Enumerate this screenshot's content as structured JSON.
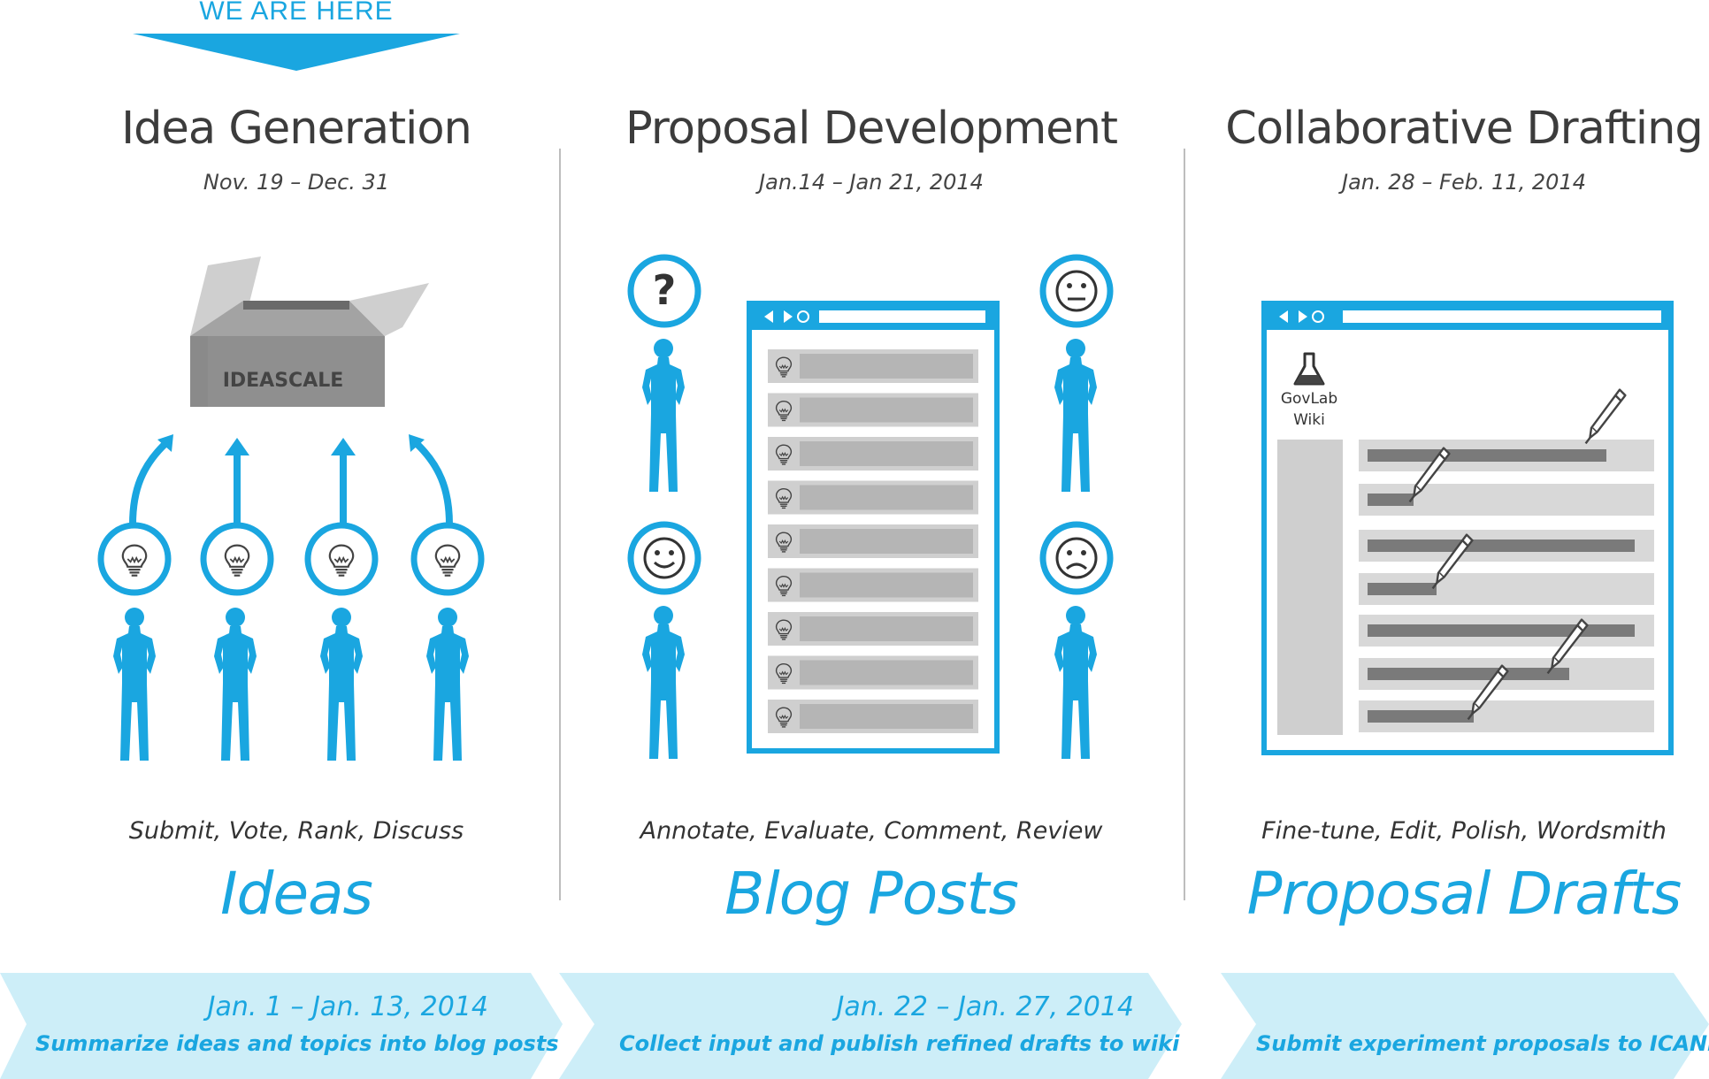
{
  "marker": {
    "label": "WE ARE HERE"
  },
  "phases": [
    {
      "title": "Idea Generation",
      "dates": "Nov. 19 – Dec. 31",
      "activities": "Submit, Vote, Rank, Discuss",
      "output": "Ideas",
      "box_label": "IDEASCALE"
    },
    {
      "title": "Proposal Development",
      "dates": "Jan.14 – Jan 21, 2014",
      "activities": "Annotate, Evaluate, Comment, Review",
      "output": "Blog Posts"
    },
    {
      "title": "Collaborative Drafting",
      "dates": "Jan. 28 – Feb. 11, 2014",
      "activities": "Fine-tune, Edit, Polish, Wordsmith",
      "output": "Proposal Drafts",
      "wiki_label_line1": "GovLab",
      "wiki_label_line2": "Wiki"
    }
  ],
  "transitions": [
    {
      "dates": "Jan. 1 – Jan. 13, 2014",
      "text": "Summarize ideas and topics into blog posts"
    },
    {
      "dates": "Jan. 22 – Jan. 27, 2014",
      "text": "Collect input and publish refined drafts to wiki"
    },
    {
      "dates": "",
      "text": "Submit experiment proposals to ICANN"
    }
  ],
  "icons": {
    "question": "?",
    "person": "person-icon",
    "lightbulb": "lightbulb-icon",
    "browser": "browser-window-icon",
    "pencil": "pencil-icon",
    "flask": "flask-icon"
  },
  "colors": {
    "accent": "#1AA6E0",
    "banner": "#CDEEF8",
    "text": "#3c3c3c",
    "gray": "#cfcfcf",
    "dark_gray": "#7a7a7a"
  }
}
